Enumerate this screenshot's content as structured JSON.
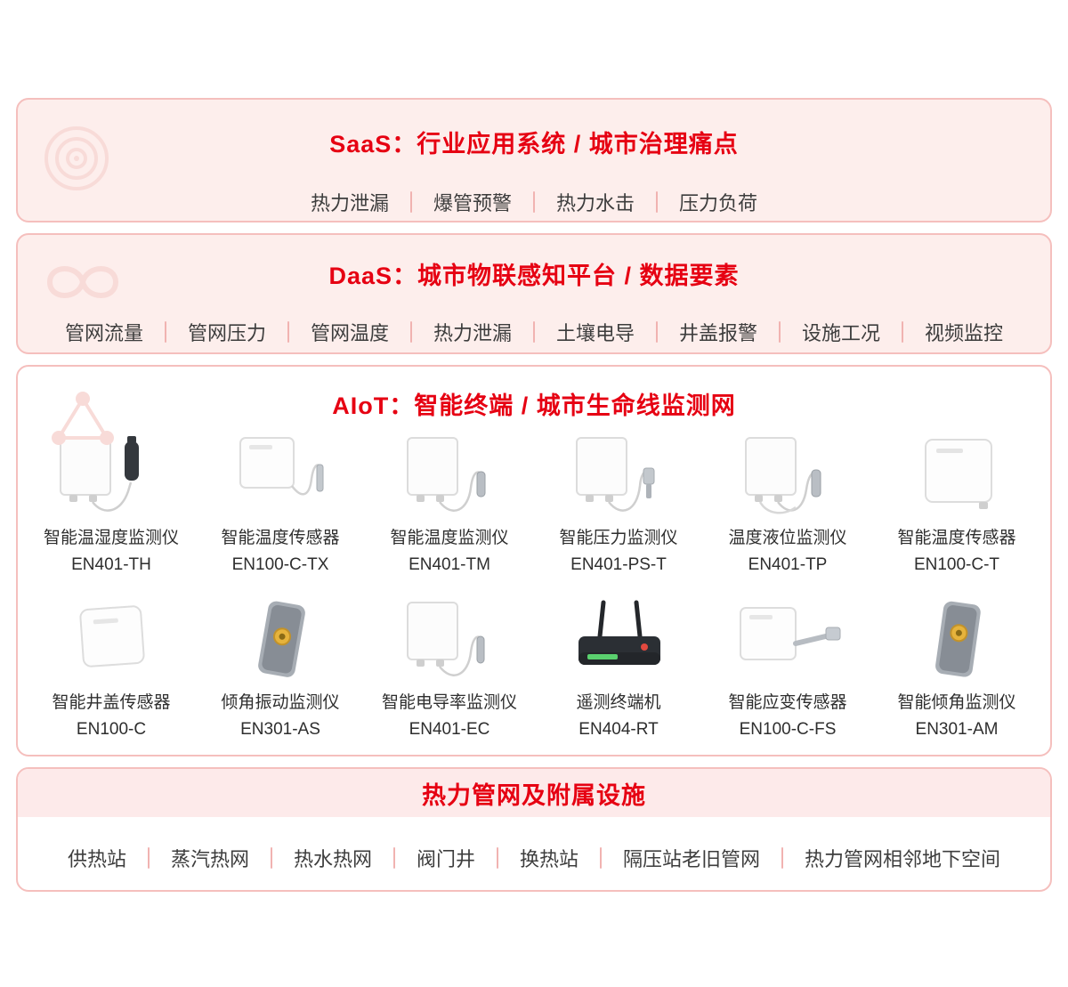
{
  "colors": {
    "accent_red": "#e60012",
    "panel_border": "#f5bfbd",
    "panel_pink_bg": "#fdeeec",
    "band_pink_bg": "#fdeaea",
    "separator_pink": "#f1b3b1",
    "body_text": "#3d3d3d"
  },
  "icons": {
    "saas_watermark": "target-icon",
    "daas_watermark": "infinity-icon",
    "aiot_watermark": "network-nodes-icon"
  },
  "saas": {
    "title": "SaaS：行业应用系统 / 城市治理痛点",
    "items": [
      "热力泄漏",
      "爆管预警",
      "热力水击",
      "压力负荷"
    ]
  },
  "daas": {
    "title": "DaaS：城市物联感知平台 / 数据要素",
    "items": [
      "管网流量",
      "管网压力",
      "管网温度",
      "热力泄漏",
      "土壤电导",
      "井盖报警",
      "设施工况",
      "视频监控"
    ]
  },
  "aiot": {
    "title": "AIoT：智能终端 / 城市生命线监测网",
    "products": [
      {
        "name": "智能温湿度监测仪",
        "model": "EN401-TH"
      },
      {
        "name": "智能温度传感器",
        "model": "EN100-C-TX"
      },
      {
        "name": "智能温度监测仪",
        "model": "EN401-TM"
      },
      {
        "name": "智能压力监测仪",
        "model": "EN401-PS-T"
      },
      {
        "name": "温度液位监测仪",
        "model": "EN401-TP"
      },
      {
        "name": "智能温度传感器",
        "model": "EN100-C-T"
      },
      {
        "name": "智能井盖传感器",
        "model": "EN100-C"
      },
      {
        "name": "倾角振动监测仪",
        "model": "EN301-AS"
      },
      {
        "name": "智能电导率监测仪",
        "model": "EN401-EC"
      },
      {
        "name": "遥测终端机",
        "model": "EN404-RT"
      },
      {
        "name": "智能应变传感器",
        "model": "EN100-C-FS"
      },
      {
        "name": "智能倾角监测仪",
        "model": "EN301-AM"
      }
    ]
  },
  "facilities": {
    "title": "热力管网及附属设施",
    "items": [
      "供热站",
      "蒸汽热网",
      "热水热网",
      "阀门井",
      "换热站",
      "隔压站老旧管网",
      "热力管网相邻地下空间"
    ]
  }
}
